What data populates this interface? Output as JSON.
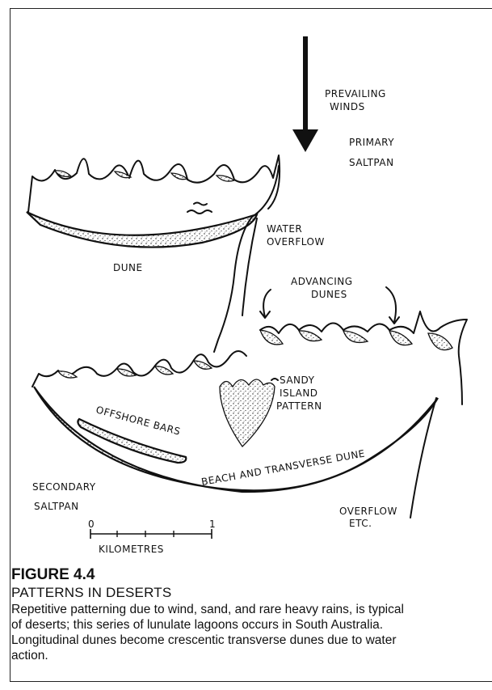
{
  "figure": {
    "number": "FIGURE 4.4",
    "title": "PATTERNS IN DESERTS",
    "caption": "Repetitive patterning due to wind, sand, and rare heavy rains, is typical\nof deserts; this series of lunulate lagoons occurs in South Australia.\nLongitudinal dunes become crescentic transverse dunes due to water\naction."
  },
  "labels": {
    "prevailing_winds_1": "PREVAILING",
    "prevailing_winds_2": "WINDS",
    "primary_saltpan_1": "PRIMARY",
    "primary_saltpan_2": "SALTPAN",
    "water_overflow_1": "WATER",
    "water_overflow_2": "OVERFLOW",
    "dune": "DUNE",
    "advancing_dunes_1": "ADVANCING",
    "advancing_dunes_2": "DUNES",
    "sandy_island_1": "SANDY",
    "sandy_island_2": "ISLAND",
    "sandy_island_3": "PATTERN",
    "offshore_bars": "OFFSHORE BARS",
    "beach_transverse": "BEACH AND TRANSVERSE DUNE",
    "secondary_saltpan_1": "SECONDARY",
    "secondary_saltpan_2": "SALTPAN",
    "overflow_etc_1": "OVERFLOW",
    "overflow_etc_2": "ETC.",
    "scale_zero": "0",
    "scale_one": "1",
    "kilometres": "KILOMETRES"
  }
}
